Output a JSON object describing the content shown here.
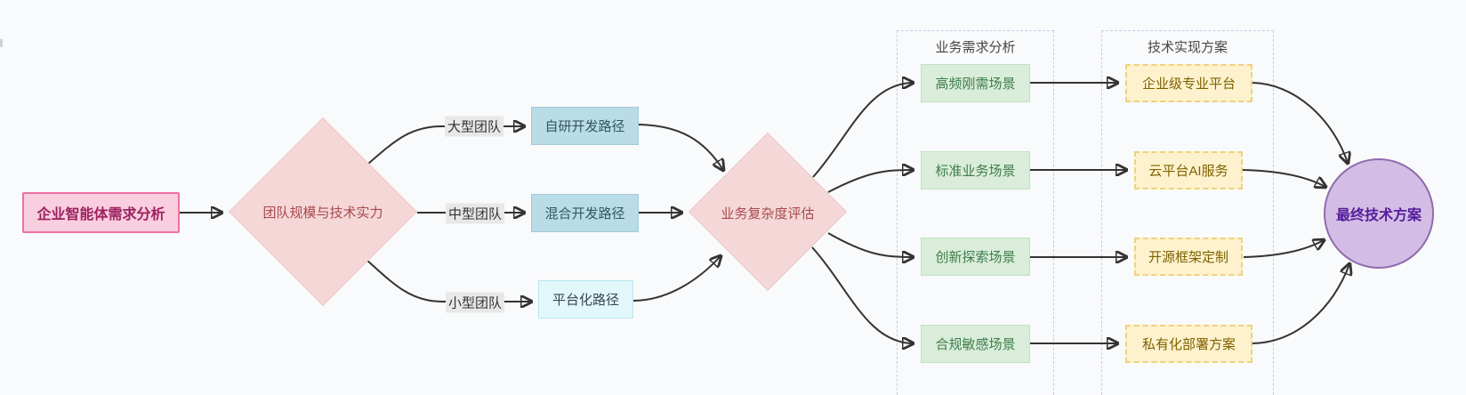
{
  "palette": {
    "background": "#f9fafb",
    "arrow": "#333333",
    "start_fill": "#f9cede",
    "start_border": "#ee6fa3",
    "start_text": "#9c2160",
    "decision_fill": "#f5d7d7",
    "decision_border": "#eccaca",
    "decision_text": "#a84a4e",
    "route_fill": "#b9dce6",
    "route_border": "#a3cbd6",
    "route_text": "#35565e",
    "platform_fill": "#e2f7fa",
    "platform_border": "#b5e7ee",
    "platform_text": "#37474f",
    "scenario_fill": "#d9edda",
    "scenario_border": "#c2e1c4",
    "scenario_text": "#3f7d4a",
    "solution_fill": "#fdf2cd",
    "solution_border": "#eed27e",
    "solution_text": "#7f6200",
    "final_fill": "#d4bde5",
    "final_border": "#8f6cac",
    "final_text": "#551d9b",
    "edge_label_bg": "#e8e8e8",
    "edge_label_text": "#333333",
    "group_border": "#c7cbe6",
    "group_title_text": "#474747"
  },
  "start": {
    "label": "企业智能体需求分析"
  },
  "decisions": [
    {
      "label": "团队规模与技术实力"
    },
    {
      "label": "业务复杂度评估"
    }
  ],
  "edge_labels": [
    {
      "label": "大型团队"
    },
    {
      "label": "中型团队"
    },
    {
      "label": "小型团队"
    }
  ],
  "routes": [
    {
      "label": "自研开发路径"
    },
    {
      "label": "混合开发路径"
    },
    {
      "label": "平台化路径"
    }
  ],
  "groups": [
    {
      "title": "业务需求分析"
    },
    {
      "title": "技术实现方案"
    }
  ],
  "scenarios": [
    {
      "label": "高频刚需场景"
    },
    {
      "label": "标准业务场景"
    },
    {
      "label": "创新探索场景"
    },
    {
      "label": "合规敏感场景"
    }
  ],
  "solutions": [
    {
      "label": "企业级专业平台"
    },
    {
      "label": "云平台AI服务"
    },
    {
      "label": "开源框架定制"
    },
    {
      "label": "私有化部署方案"
    }
  ],
  "final": {
    "label": "最终技术方案"
  }
}
